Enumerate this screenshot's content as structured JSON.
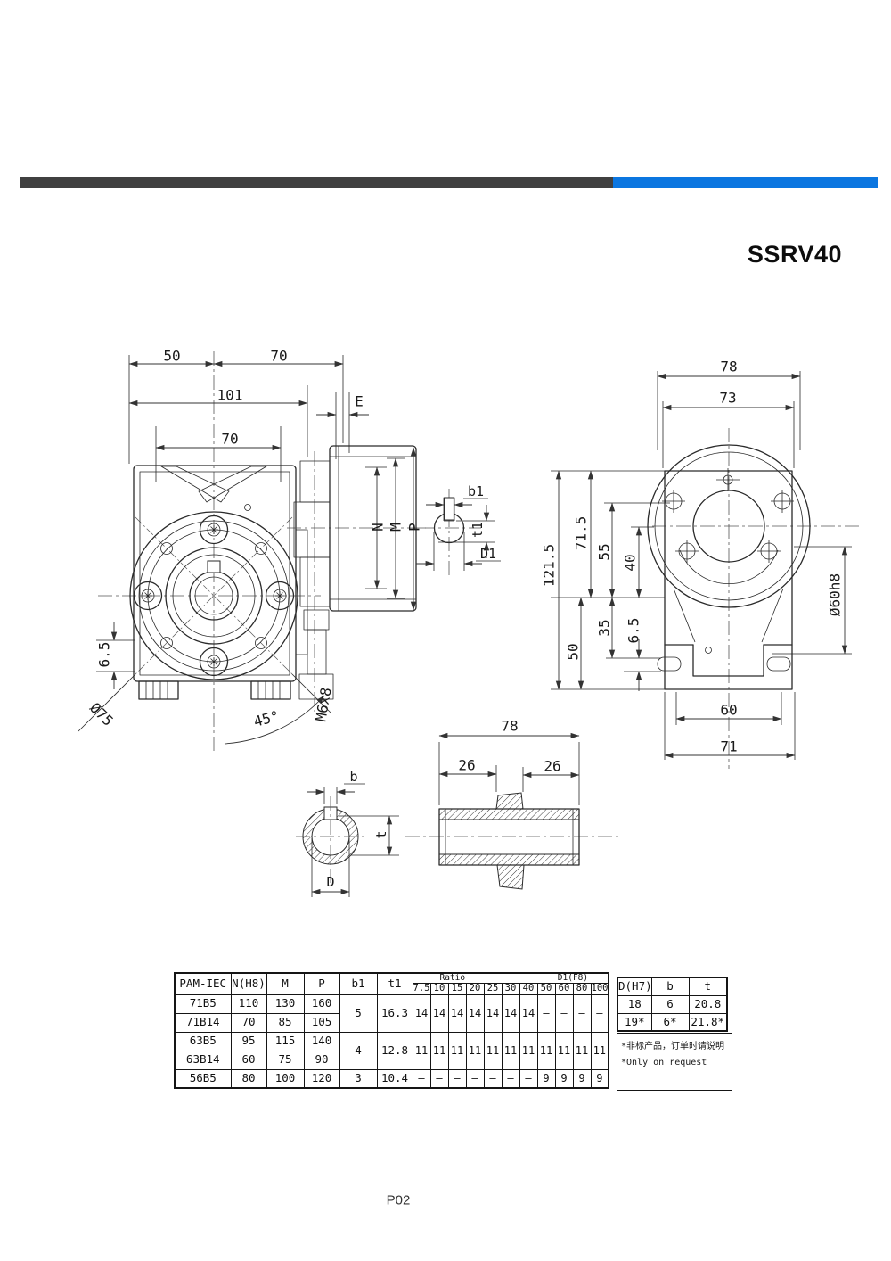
{
  "page": {
    "title": "SSRV40",
    "page_number": "P02"
  },
  "header_bar": {
    "dark_color": "#404040",
    "blue_color": "#0b76e0"
  },
  "drawings": {
    "front_view": {
      "dims": {
        "d50": "50",
        "d70_top": "70",
        "d101": "101",
        "d70_flange": "70",
        "dE": "E",
        "d6_5": "6.5",
        "dia75": "Ø75",
        "angle45": "45°",
        "m6x8": "M6x8"
      }
    },
    "side_view": {
      "dims": {
        "N": "N",
        "M": "M",
        "P": "P"
      }
    },
    "input_bore_detail": {
      "dims": {
        "b1": "b1",
        "t1": "t1",
        "D1": "D1"
      }
    },
    "back_view": {
      "dims": {
        "d78": "78",
        "d73": "73",
        "d121_5": "121.5",
        "d71_5": "71.5",
        "d55": "55",
        "d40": "40",
        "d35": "35",
        "d6_5": "6.5",
        "d50": "50",
        "dia60h8": "Ø60h8",
        "d60": "60",
        "d71": "71"
      }
    },
    "output_bore_detail": {
      "dims": {
        "b": "b",
        "t": "t",
        "D": "D"
      }
    },
    "hollow_shaft": {
      "dims": {
        "d78": "78",
        "d26_left": "26",
        "d26_right": "26"
      }
    }
  },
  "table": {
    "main": {
      "col_headers": [
        "PAM-IEC",
        "N(H8)",
        "M",
        "P",
        "b1",
        "t1"
      ],
      "ratio_header": "Ratio",
      "d1_header": "D1(F8)",
      "ratio_cols": [
        "7.5",
        "10",
        "15",
        "20",
        "25",
        "30",
        "40",
        "50",
        "60",
        "80",
        "100"
      ],
      "row_groups": [
        {
          "rows": [
            {
              "pam": "71B5",
              "n": "110",
              "m": "130",
              "p": "160"
            },
            {
              "pam": "71B14",
              "n": "70",
              "m": "85",
              "p": "105"
            }
          ],
          "b1": "5",
          "t1": "16.3",
          "ratio_values": [
            "14",
            "14",
            "14",
            "14",
            "14",
            "14",
            "14",
            "—",
            "—",
            "—",
            "—"
          ]
        },
        {
          "rows": [
            {
              "pam": "63B5",
              "n": "95",
              "m": "115",
              "p": "140"
            },
            {
              "pam": "63B14",
              "n": "60",
              "m": "75",
              "p": "90"
            }
          ],
          "b1": "4",
          "t1": "12.8",
          "ratio_values": [
            "11",
            "11",
            "11",
            "11",
            "11",
            "11",
            "11",
            "11",
            "11",
            "11",
            "11"
          ]
        },
        {
          "rows": [
            {
              "pam": "56B5",
              "n": "80",
              "m": "100",
              "p": "120"
            }
          ],
          "b1": "3",
          "t1": "10.4",
          "ratio_values": [
            "—",
            "—",
            "—",
            "—",
            "—",
            "—",
            "—",
            "9",
            "9",
            "9",
            "9"
          ]
        }
      ]
    },
    "side": {
      "headers": [
        "D(H7)",
        "b",
        "t"
      ],
      "rows": [
        [
          "18",
          "6",
          "20.8"
        ],
        [
          "19*",
          "6*",
          "21.8*"
        ]
      ],
      "note_line1": "*非标产品，订单时请说明",
      "note_line2": "*Only on request"
    }
  }
}
